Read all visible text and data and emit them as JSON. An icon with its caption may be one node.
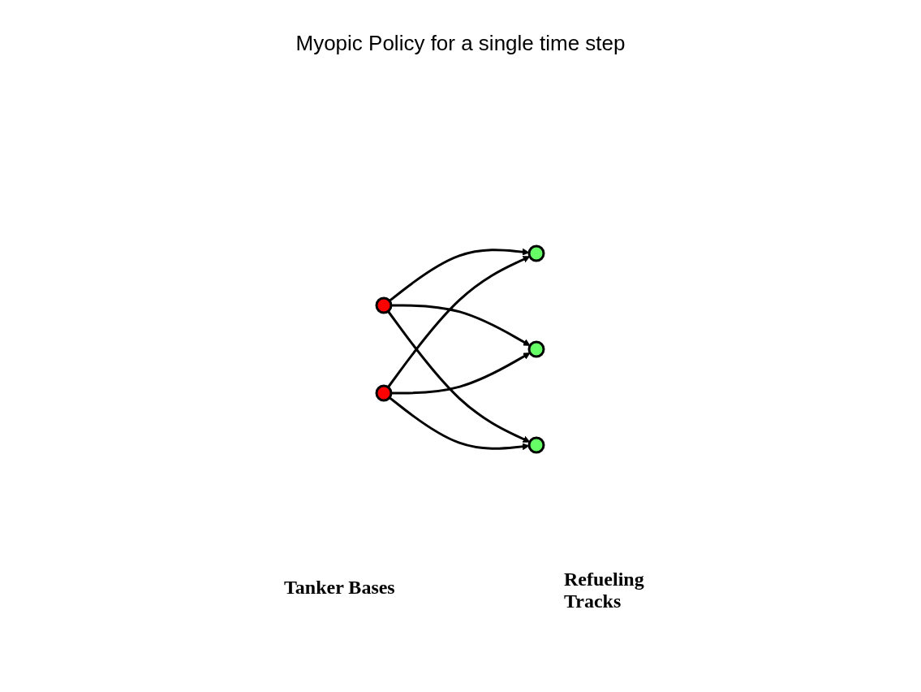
{
  "diagram": {
    "title": "Myopic Policy for a single time step",
    "nodes": [
      {
        "text": [],
        "shape": "circle"
      },
      {
        "text": [],
        "shape": "circle"
      },
      {
        "text": [],
        "shape": "circle"
      },
      {
        "text": [],
        "shape": "circle"
      },
      {
        "text": [],
        "shape": "circle"
      }
    ],
    "edges": [
      {
        "from": 0,
        "to": 2,
        "arrow": "to"
      },
      {
        "from": 0,
        "to": 3,
        "arrow": "to"
      },
      {
        "from": 0,
        "to": 4,
        "arrow": "to"
      },
      {
        "from": 1,
        "to": 2,
        "arrow": "to"
      },
      {
        "from": 1,
        "to": 3,
        "arrow": "to"
      },
      {
        "from": 1,
        "to": 4,
        "arrow": "to"
      }
    ],
    "labels": [
      "Tanker Bases",
      "Refueling Tracks"
    ]
  }
}
